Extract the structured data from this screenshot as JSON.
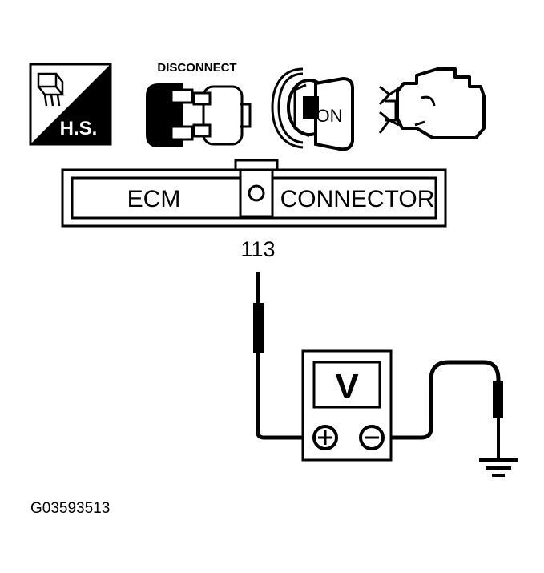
{
  "icons": {
    "hs_label": "H.S.",
    "disconnect_label": "DISCONNECT",
    "ignition_label": "ON",
    "names": [
      "harness-connector-icon",
      "disconnect-connector-icon",
      "ignition-key-on-icon",
      "engine-icon"
    ]
  },
  "ecm": {
    "label_left": "ECM",
    "label_right": "CONNECTOR",
    "terminal": "113"
  },
  "meter": {
    "display": "V",
    "plus": "⊕",
    "minus": "⊖"
  },
  "ground_symbol": "ground-icon",
  "figure_id": "G03593513"
}
